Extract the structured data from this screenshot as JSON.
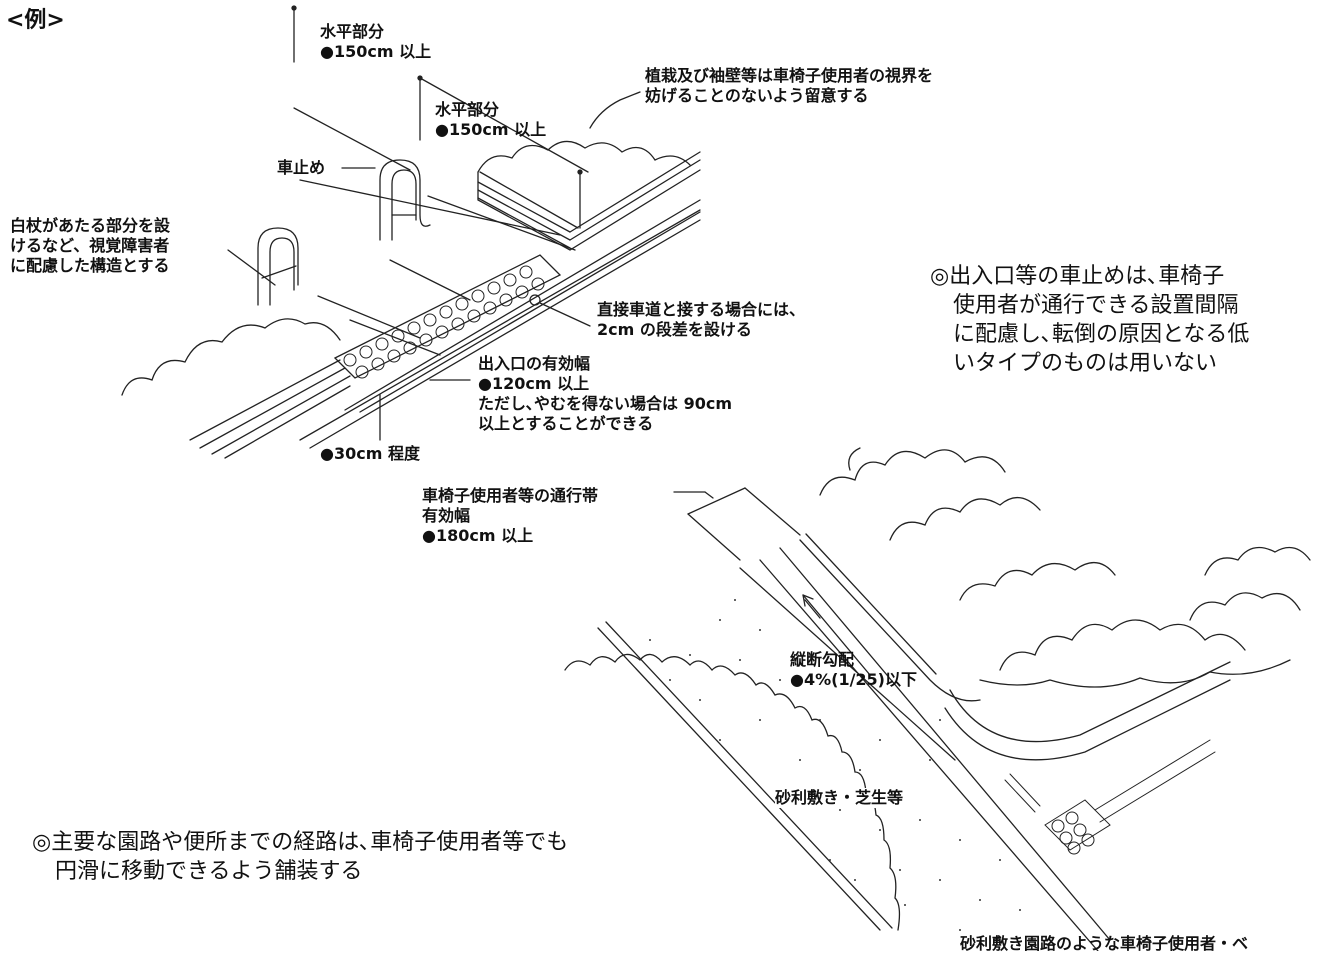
{
  "example_label": "<例>",
  "labels": {
    "horizontal_1": [
      "水平部分",
      "●150cm 以上"
    ],
    "horizontal_2": [
      "水平部分",
      "●150cm 以上"
    ],
    "planting": [
      "植栽及び袖壁等は車椅子使用者の視界を",
      "妨げることのないよう留意する"
    ],
    "car_stop": "車止め",
    "white_cane": [
      "白杖があたる部分を設",
      "けるなど、視覚障害者",
      "に配慮した構造とする"
    ],
    "step": [
      "直接車道と接する場合には、",
      "2cm の段差を設ける"
    ],
    "entrance_width": [
      "出入口の有効幅",
      "●120cm 以上",
      "ただし､やむを得ない場合は 90cm",
      "以上とすることができる"
    ],
    "tile_30": "●30cm 程度",
    "wheelchair_band": [
      "車椅子使用者等の通行帯",
      "有効幅",
      "●180cm 以上"
    ],
    "slope": [
      "縦断勾配",
      "●4%(1/25)以下"
    ],
    "gravel": "砂利敷き・芝生等",
    "bottom_cut": "砂利敷き園路のような車椅子使用者・ベ"
  },
  "notes": {
    "car_stop_note": [
      "◎出入口等の車止めは､車椅子",
      "使用者が通行できる設置間隔",
      "に配慮し､転倒の原因となる低",
      "いタイプのものは用いない"
    ],
    "path_note": [
      "◎主要な園路や便所までの経路は､車椅子使用者等でも",
      "円滑に移動できるよう舗装する"
    ]
  }
}
